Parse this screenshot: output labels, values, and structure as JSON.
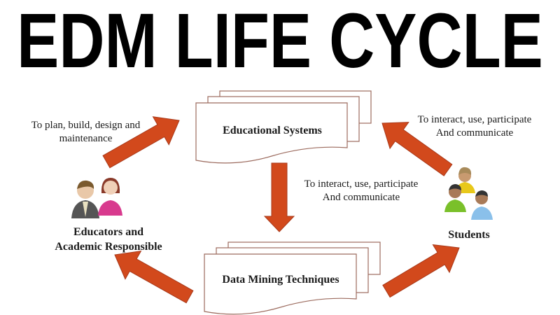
{
  "title": "EDM LIFE CYCLE",
  "nodes": {
    "educational_systems": "Educational Systems",
    "data_mining": "Data Mining Techniques",
    "educators": [
      "Educators and",
      "Academic Responsible"
    ],
    "students": "Students"
  },
  "edge_labels": {
    "educators_to_systems": [
      "To plan, build, design and",
      "maintenance"
    ],
    "students_to_systems": [
      "To interact, use, participate",
      "And communicate"
    ],
    "systems_to_mining": [
      "To interact, use, participate",
      "And communicate"
    ]
  },
  "colors": {
    "arrow": "#D2491C",
    "arrow_border": "#A8391A",
    "doc_border": "#9C6B5E"
  },
  "icons": [
    "educators-icon",
    "students-icon"
  ]
}
